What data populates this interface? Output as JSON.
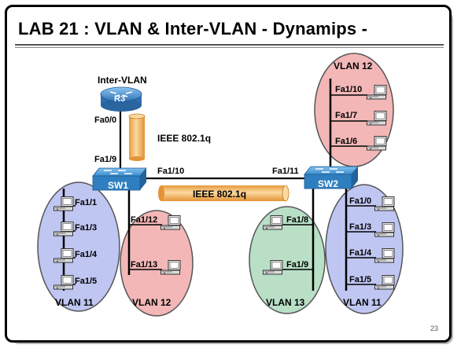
{
  "slide": {
    "title": "LAB 21 : VLAN & Inter-VLAN - Dynamips -",
    "page_number": "23"
  },
  "router": {
    "caption": "Inter-VLAN",
    "name": "R3",
    "port": "Fa0/0"
  },
  "trunk_top": {
    "label": "IEEE 802.1q"
  },
  "trunk_mid": {
    "label": "IEEE 802.1q"
  },
  "sw1": {
    "name": "SW1",
    "port_up": "Fa1/9",
    "port_right": "Fa1/10"
  },
  "sw2": {
    "name": "SW2",
    "port_left": "Fa1/11"
  },
  "vlan11_left": {
    "name": "VLAN 11",
    "ports": [
      "Fa1/1",
      "Fa1/3",
      "Fa1/4",
      "Fa1/5"
    ]
  },
  "vlan12_left": {
    "name": "VLAN 12",
    "ports": [
      "Fa1/12",
      "Fa1/13"
    ]
  },
  "vlan13": {
    "name": "VLAN 13",
    "ports": [
      "Fa1/8",
      "Fa1/9"
    ]
  },
  "vlan11_right": {
    "name": "VLAN 11",
    "ports": [
      "Fa1/0",
      "Fa1/3",
      "Fa1/4",
      "Fa1/5"
    ]
  },
  "vlan12_right": {
    "name": "VLAN 12",
    "ports": [
      "Fa1/10",
      "Fa1/7",
      "Fa1/6"
    ]
  },
  "colors": {
    "vlan11": "#bfc6f2",
    "vlan12": "#f3b7b7",
    "vlan13": "#b9e0c6",
    "switch": "#2f7fc0",
    "router": "#3f85c8",
    "trunk": "#f2b866"
  },
  "icons": [
    "router-icon",
    "switch-icon",
    "pc-icon"
  ]
}
